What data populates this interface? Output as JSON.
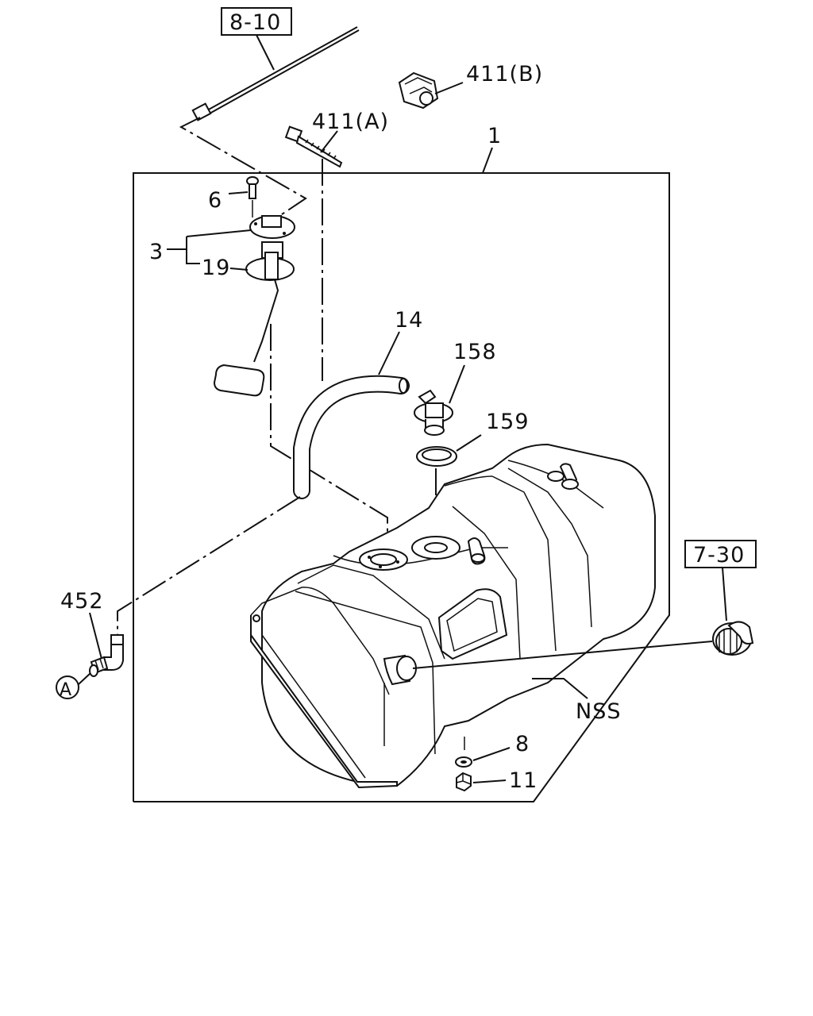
{
  "labels": {
    "ref_8_10": "8-10",
    "ref_7_30": "7-30",
    "p411b": "411(B)",
    "p411a": "411(A)",
    "p1": "1",
    "p6": "6",
    "p3": "3",
    "p19": "19",
    "p14": "14",
    "p158": "158",
    "p159": "159",
    "p452": "452",
    "pA": "A",
    "nss": "NSS",
    "p8": "8",
    "p11": "11"
  }
}
